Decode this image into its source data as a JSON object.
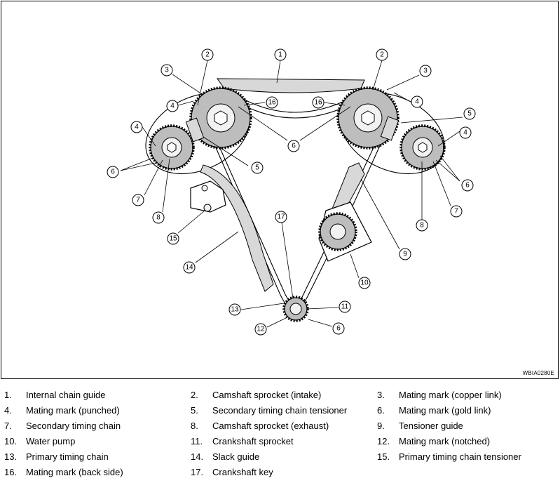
{
  "figure": {
    "code": "WBIA0280E",
    "callouts": [
      {
        "n": "1"
      },
      {
        "n": "2"
      },
      {
        "n": "2"
      },
      {
        "n": "3"
      },
      {
        "n": "3"
      },
      {
        "n": "4"
      },
      {
        "n": "4"
      },
      {
        "n": "4"
      },
      {
        "n": "4"
      },
      {
        "n": "5"
      },
      {
        "n": "5"
      },
      {
        "n": "6"
      },
      {
        "n": "6"
      },
      {
        "n": "6"
      },
      {
        "n": "6"
      },
      {
        "n": "7"
      },
      {
        "n": "7"
      },
      {
        "n": "8"
      },
      {
        "n": "8"
      },
      {
        "n": "9"
      },
      {
        "n": "10"
      },
      {
        "n": "11"
      },
      {
        "n": "12"
      },
      {
        "n": "13"
      },
      {
        "n": "14"
      },
      {
        "n": "15"
      },
      {
        "n": "16"
      },
      {
        "n": "16"
      },
      {
        "n": "17"
      }
    ]
  },
  "legend": {
    "items": [
      {
        "num": "1.",
        "label": "Internal chain guide"
      },
      {
        "num": "2.",
        "label": "Camshaft sprocket (intake)"
      },
      {
        "num": "3.",
        "label": "Mating mark (copper link)"
      },
      {
        "num": "4.",
        "label": "Mating mark (punched)"
      },
      {
        "num": "5.",
        "label": "Secondary timing chain tensioner"
      },
      {
        "num": "6.",
        "label": "Mating mark (gold link)"
      },
      {
        "num": "7.",
        "label": "Secondary timing chain"
      },
      {
        "num": "8.",
        "label": "Camshaft sprocket (exhaust)"
      },
      {
        "num": "9.",
        "label": "Tensioner guide"
      },
      {
        "num": "10.",
        "label": "Water pump"
      },
      {
        "num": "11.",
        "label": "Crankshaft sprocket"
      },
      {
        "num": "12.",
        "label": "Mating mark (notched)"
      },
      {
        "num": "13.",
        "label": "Primary timing chain"
      },
      {
        "num": "14.",
        "label": "Slack guide"
      },
      {
        "num": "15.",
        "label": "Primary timing chain tensioner"
      },
      {
        "num": "16.",
        "label": "Mating mark (back side)"
      },
      {
        "num": "17.",
        "label": "Crankshaft key"
      }
    ]
  }
}
